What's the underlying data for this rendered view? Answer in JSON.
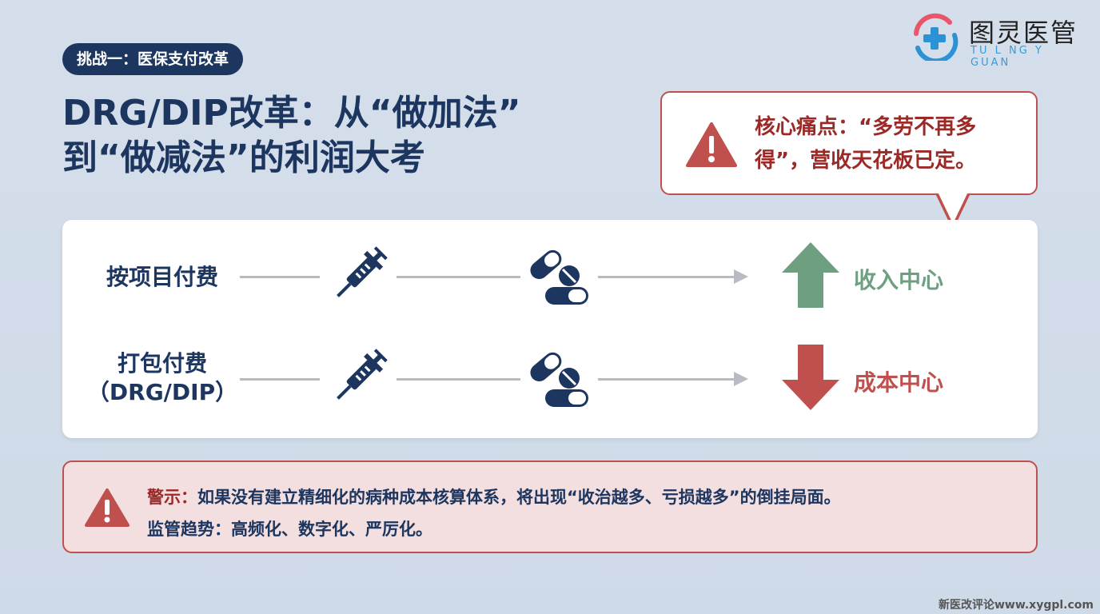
{
  "tag": "挑战一：医保支付改革",
  "title": {
    "line1": "DRG/DIP改革：从“做加法”",
    "line2": "到“做减法”的利润大考"
  },
  "logo": {
    "cn": "图灵医管",
    "en": "TU L NG Y GUAN"
  },
  "callout": {
    "icon": "warning-icon",
    "text": "核心痛点：“多劳不再多得”，营收天花板已定。"
  },
  "flow": [
    {
      "label": "按项目付费",
      "result": "收入中心",
      "result_icon": "arrow-up-icon",
      "color": "#6e9f80"
    },
    {
      "label": "打包付费",
      "label2": "（DRG/DIP）",
      "result": "成本中心",
      "result_icon": "arrow-down-icon",
      "color": "#c0504d"
    }
  ],
  "warning": {
    "label1": "警示：",
    "text1": "如果没有建立精细化的病种成本核算体系，将出现“收治越多、亏损越多”的倒挂局面。",
    "label2": "监管趋势：",
    "text2": "高频化、数字化、严厉化。"
  },
  "watermark": "新医改评论www.xygpl.com"
}
